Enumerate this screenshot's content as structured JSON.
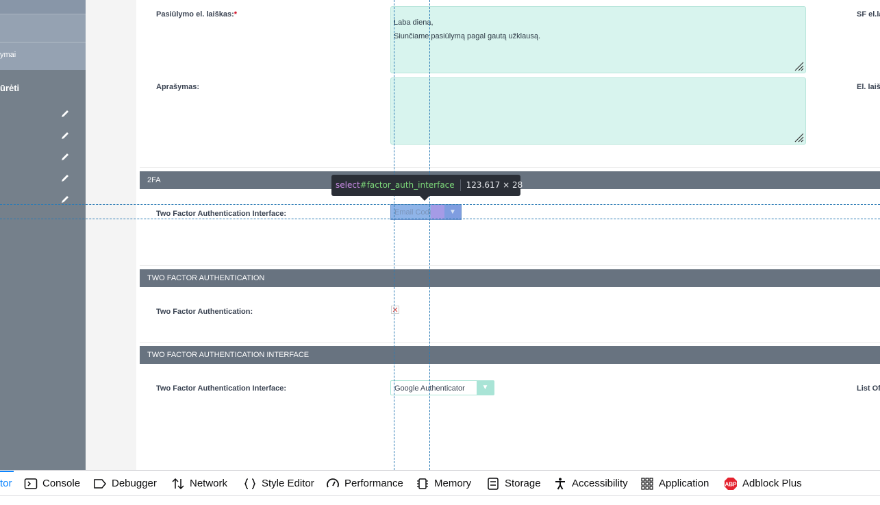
{
  "sidebar": {
    "item_text": "ymai",
    "heading": "ūrėti"
  },
  "form": {
    "fields": {
      "offer_email_label": "Pasiūlymo el. laiškas:",
      "offer_email_required": "*",
      "offer_email_lines": [
        "Laba diena,",
        "Siunčiame pasiūlymą pagal gautą užklausą."
      ],
      "description_label": "Aprašymas:",
      "right_label_1": "SF el.la",
      "right_label_2": "El. laišk"
    },
    "sections": [
      {
        "title": "2FA",
        "field_label": "Two Factor Authentication Interface:",
        "select_value": "Email Code"
      },
      {
        "title": "TWO FACTOR AUTHENTICATION",
        "field_label": "Two Factor Authentication:"
      },
      {
        "title": "TWO FACTOR AUTHENTICATION INTERFACE",
        "field_label": "Two Factor Authentication Interface:",
        "select_value": "Google Authenticator",
        "right_label": "List Of"
      }
    ]
  },
  "inspector_tooltip": {
    "element": "select",
    "id": "#factor_auth_interface",
    "size": "123.617 × 28"
  },
  "devtools": {
    "tabs": [
      {
        "label": "tor",
        "icon": "inspector-icon",
        "active": true
      },
      {
        "label": "Console",
        "icon": "console-icon"
      },
      {
        "label": "Debugger",
        "icon": "debugger-icon"
      },
      {
        "label": "Network",
        "icon": "network-icon"
      },
      {
        "label": "Style Editor",
        "icon": "style-editor-icon"
      },
      {
        "label": "Performance",
        "icon": "performance-icon"
      },
      {
        "label": "Memory",
        "icon": "memory-icon"
      },
      {
        "label": "Storage",
        "icon": "storage-icon"
      },
      {
        "label": "Accessibility",
        "icon": "accessibility-icon"
      },
      {
        "label": "Application",
        "icon": "application-icon"
      },
      {
        "label": "Adblock Plus",
        "icon": "adblock-plus-icon",
        "icon_text": "ABP"
      }
    ]
  },
  "colors": {
    "section_bar": "#687380",
    "textarea_bg": "#d8f4ee",
    "guide": "#2b7bb5",
    "devtools_active": "#0a84ff",
    "abp_red": "#e4222e"
  }
}
